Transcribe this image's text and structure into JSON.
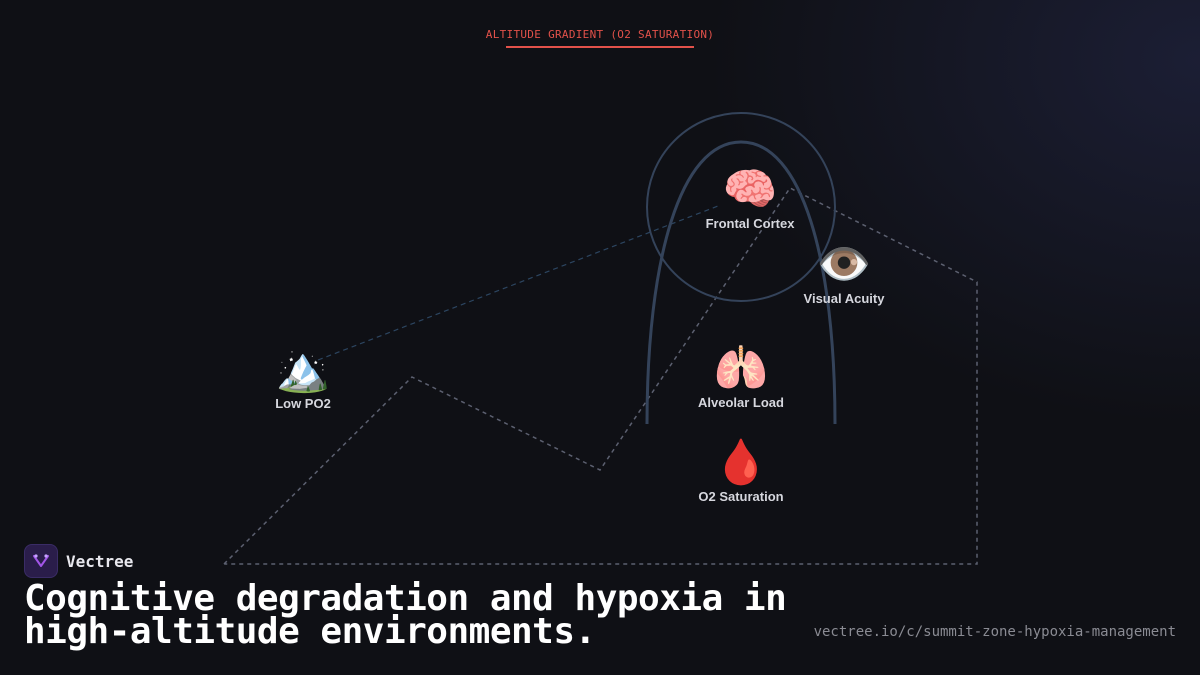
{
  "header": {
    "title": "ALTITUDE GRADIENT (O2 SATURATION)"
  },
  "nodes": [
    {
      "id": "low-po2",
      "icon": "mountain-icon",
      "emoji": "🏔️",
      "label": "Low PO2"
    },
    {
      "id": "frontal-cortex",
      "icon": "brain-icon",
      "emoji": "🧠",
      "label": "Frontal Cortex"
    },
    {
      "id": "visual-acuity",
      "icon": "eye-icon",
      "emoji": "👁️",
      "label": "Visual Acuity"
    },
    {
      "id": "alveolar-load",
      "icon": "lungs-icon",
      "emoji": "🫁",
      "label": "Alveolar Load"
    },
    {
      "id": "o2-saturation",
      "icon": "blood-drop-icon",
      "emoji": "🩸",
      "label": "O2 Saturation"
    }
  ],
  "footer": {
    "brand": "Vectree",
    "headline_line1": "Cognitive degradation and hypoxia in",
    "headline_line2": "high-altitude environments.",
    "url": "vectree.io/c/summit-zone-hypoxia-management"
  },
  "colors": {
    "accent": "#e2514a",
    "background": "#0f1015",
    "arch": "#34435a",
    "dashed": "#5c6070",
    "connector": "#2c4560"
  }
}
